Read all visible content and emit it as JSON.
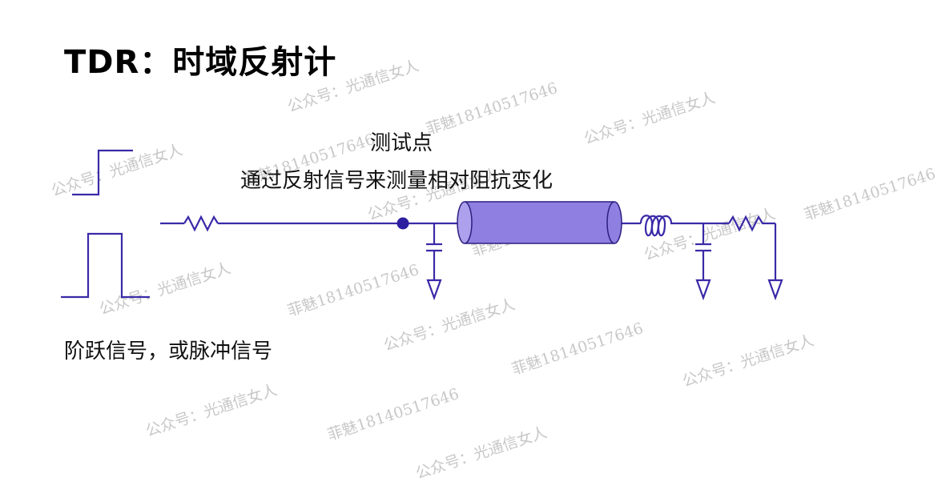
{
  "title": "TDR：时域反射计",
  "labels": {
    "test_point": "测试点",
    "method": "通过反射信号来测量相对阻抗变化",
    "signal_type": "阶跃信号，或脉冲信号"
  },
  "watermarks": [
    "公众号：光通信女人",
    "菲魅18140517646",
    "公众号：光通信女人",
    "公众号：光通信女人",
    "菲魅18140517646",
    "公众号：光通信女人",
    "菲魅18140517646",
    "公众号：光通信女人",
    "公众号：光通信女人",
    "菲魅18140517646",
    "公众号：光通信女人",
    "菲魅18140517646",
    "公众号：光通信女人",
    "菲魅18140517646",
    "公众号：光通信女人",
    "菲魅18140517646",
    "公众号：光通信女人"
  ],
  "colors": {
    "wire": "#3a2aa8",
    "cable_fill": "#8f7fe0",
    "watermark": "#c8c8c8"
  }
}
